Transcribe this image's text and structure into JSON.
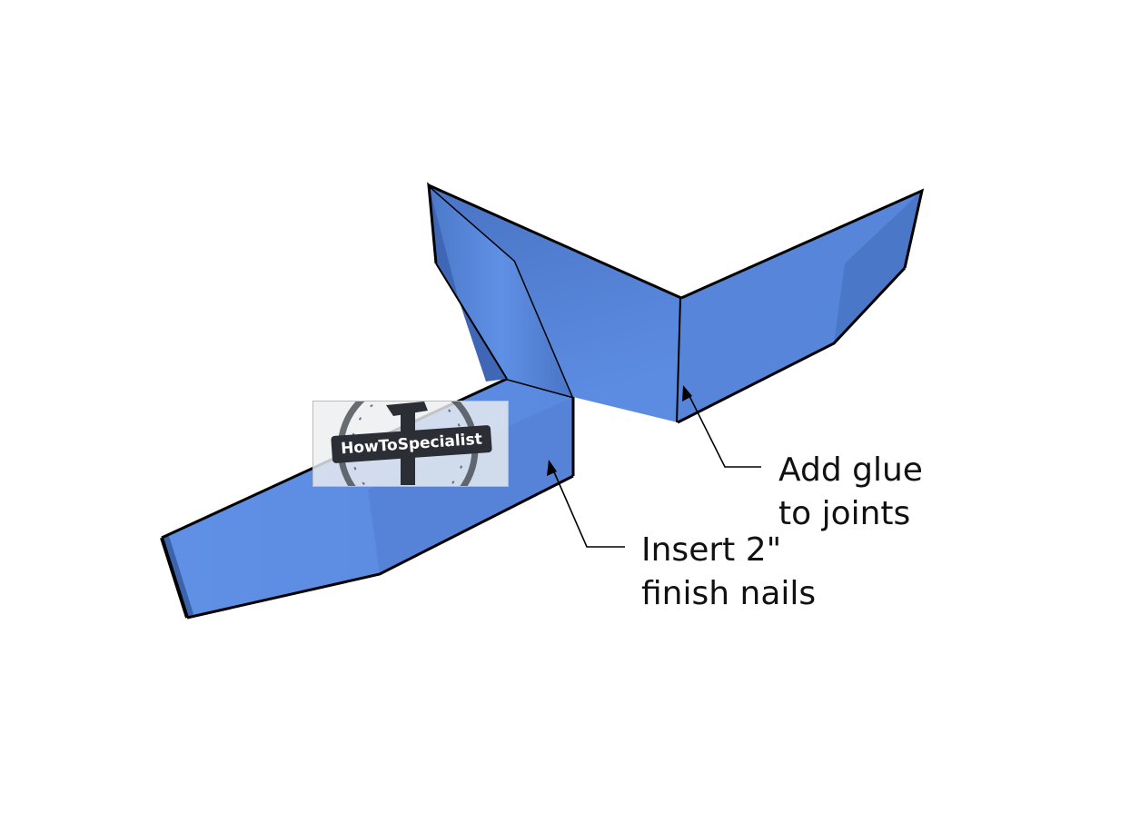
{
  "annotations": {
    "glue": {
      "line1": "Add glue",
      "line2": "to joints"
    },
    "nails": {
      "line1": "Insert 2\"",
      "line2": "finish nails"
    }
  },
  "watermark": {
    "text": "HowToSpecialist"
  },
  "colors": {
    "board_light": "#5e8fe3",
    "board_mid": "#5683d8",
    "board_dark": "#4468b4",
    "board_shadow": "#2f4d8f",
    "outline": "#000000"
  }
}
